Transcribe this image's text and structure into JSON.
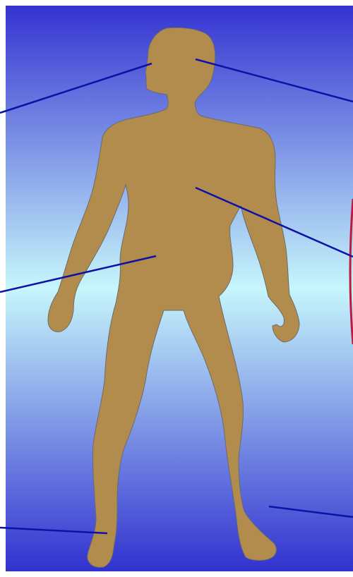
{
  "diagram": {
    "subject": "human-body-silhouette",
    "colors": {
      "gradient_top": "#3533d1",
      "gradient_middle": "#c7f6fb",
      "gradient_bottom": "#3131cf",
      "body_fill": "#b28c4c",
      "body_outline": "#6b6b6b",
      "leader_line": "#0c12a8",
      "callout_accent": "#c0183a"
    },
    "callouts": [
      {
        "target": "face"
      },
      {
        "target": "head"
      },
      {
        "target": "chest"
      },
      {
        "target": "abdomen"
      },
      {
        "target": "right-foot"
      },
      {
        "target": "left-ankle"
      }
    ]
  }
}
